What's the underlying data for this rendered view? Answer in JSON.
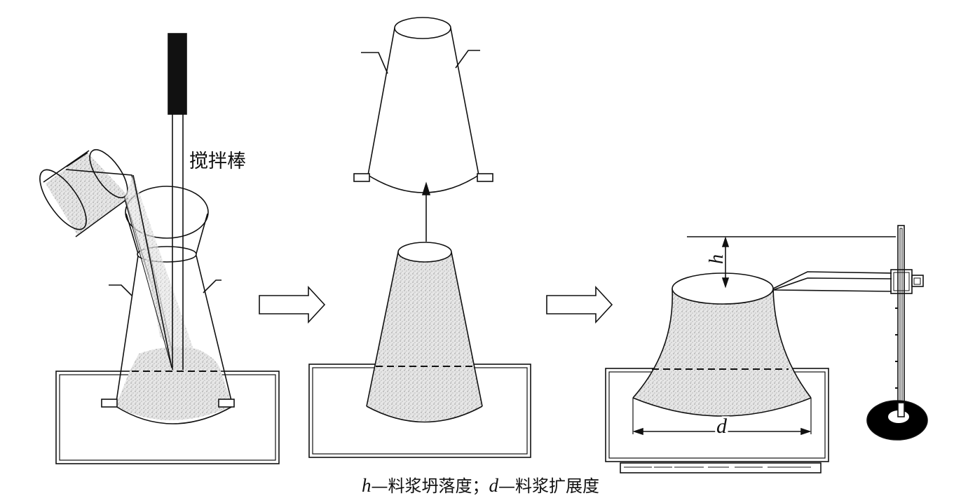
{
  "figure": {
    "stir_rod_label": "搅拌棒",
    "height_symbol": "h",
    "diameter_symbol": "d",
    "caption": {
      "h_symbol": "h",
      "h_text": "—料浆坍落度；",
      "d_symbol": "d",
      "d_text": "—料浆扩展度"
    },
    "colors": {
      "stroke": "#111111",
      "fill_texture": "#bdbdbd",
      "base_fill": "#000000"
    }
  }
}
